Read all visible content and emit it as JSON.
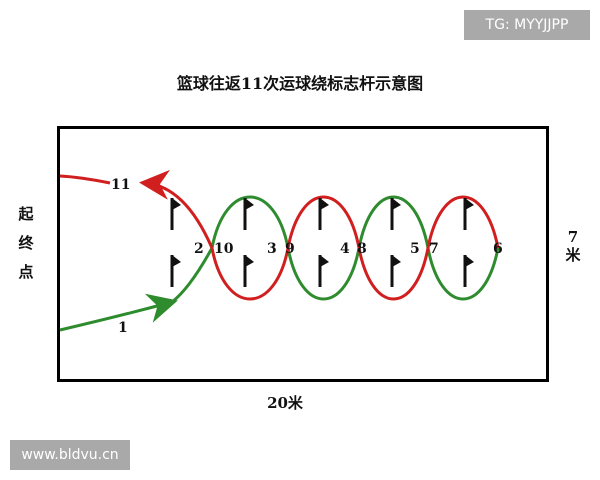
{
  "watermarks": {
    "top_right": "TG: MYYJJPP",
    "bottom_left": "www.bldvu.cn"
  },
  "title": "篮球往返11次运球绕标志杆示意图",
  "labels": {
    "start_end": "起终点",
    "start_end_chars": [
      "起",
      "终",
      "点"
    ],
    "court_width": "7米",
    "court_width_chars": [
      "7",
      "米"
    ],
    "court_length": "20米"
  },
  "path_numbers": [
    "1",
    "2",
    "10",
    "3",
    "9",
    "4",
    "8",
    "5",
    "7",
    "6",
    "11"
  ],
  "colors": {
    "outbound": "#2e8b2e",
    "return": "#d11f1f",
    "court_border": "#000000"
  },
  "markers": {
    "count": 10,
    "icon": "flag-pole-icon"
  }
}
